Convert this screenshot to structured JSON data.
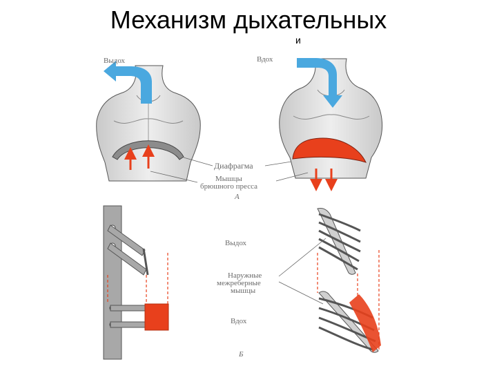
{
  "slide": {
    "title": "Механизм дыхательных",
    "title_cut": "й"
  },
  "figure": {
    "panel_a": {
      "label_exhale": "Выдох",
      "label_inhale": "Вдох",
      "label_diaphragm": "Диафрагма",
      "label_abs_line1": "Мышцы",
      "label_abs_line2": "брюшного пресса",
      "panel_letter": "А"
    },
    "panel_b": {
      "label_exhale": "Выдох",
      "label_muscles_line1": "Наружные",
      "label_muscles_line2": "межреберные",
      "label_muscles_line3": "мышцы",
      "label_inhale": "Вдох",
      "panel_letter": "Б"
    },
    "colors": {
      "airflow_blue": "#4aa8df",
      "muscle_red": "#e8401c",
      "skin_gray": "#d9d9d9",
      "outline": "#4a4a4a"
    }
  }
}
